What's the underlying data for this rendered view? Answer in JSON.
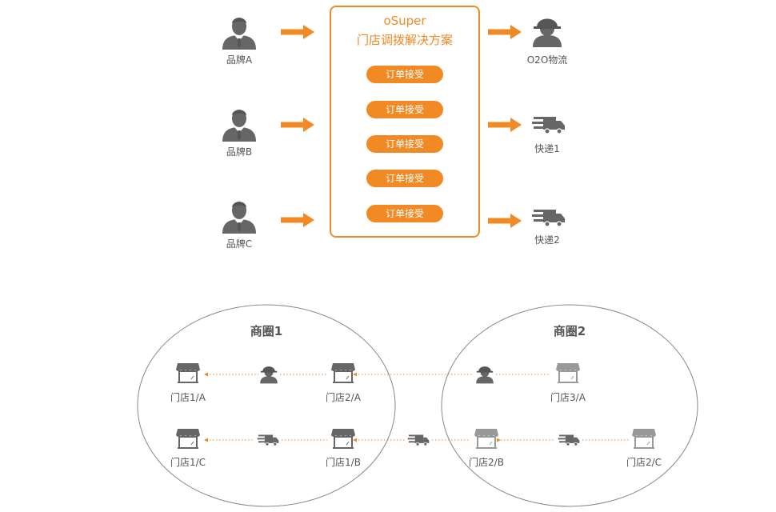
{
  "hub": {
    "title": "oSuper",
    "subtitle": "门店调拨解决方案",
    "border_color": "#f18a25"
  },
  "accept_pills": [
    "订单接受",
    "订单接受",
    "订单接受",
    "订单接受",
    "订单接受"
  ],
  "brands": [
    {
      "label": "品牌A",
      "icon": "businessman-icon"
    },
    {
      "label": "品牌B",
      "icon": "businessman-icon"
    },
    {
      "label": "品牌C",
      "icon": "businessman-icon"
    }
  ],
  "logistics": [
    {
      "label": "O2O物流",
      "icon": "courier-icon"
    },
    {
      "label": "快递1",
      "icon": "delivery-truck-icon"
    },
    {
      "label": "快递2",
      "icon": "delivery-truck-icon"
    }
  ],
  "zones": [
    {
      "title": "商圈1"
    },
    {
      "title": "商圈2"
    }
  ],
  "stores": [
    {
      "label": "门店1/A"
    },
    {
      "label": "门店2/A"
    },
    {
      "label": "门店3/A"
    },
    {
      "label": "门店1/C"
    },
    {
      "label": "门店1/B"
    },
    {
      "label": "门店2/B"
    },
    {
      "label": "门店2/C"
    }
  ],
  "colors": {
    "accent": "#f18a25",
    "icon_dark": "#666666",
    "icon_light": "#999999"
  }
}
